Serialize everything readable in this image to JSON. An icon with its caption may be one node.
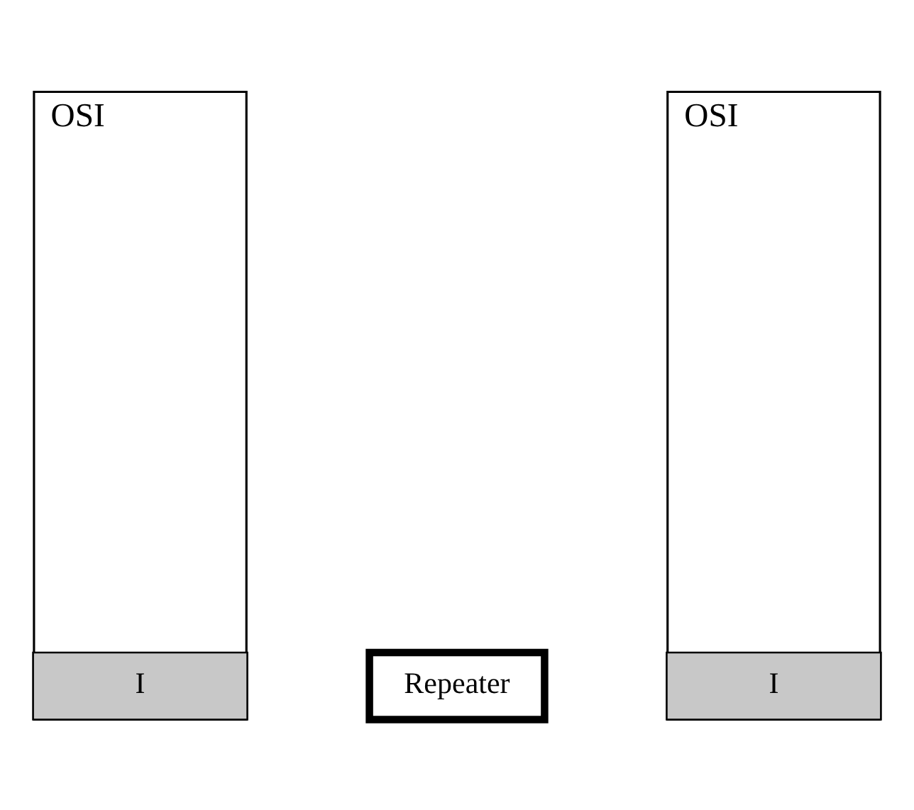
{
  "diagram": {
    "nodes": [
      {
        "text": [
          "OSI"
        ]
      },
      {
        "text": [
          "I"
        ],
        "in": 0
      },
      {
        "text": [
          "Repeater"
        ]
      },
      {
        "text": [
          "OSI"
        ]
      },
      {
        "text": [
          "I"
        ],
        "in": 3
      }
    ]
  }
}
